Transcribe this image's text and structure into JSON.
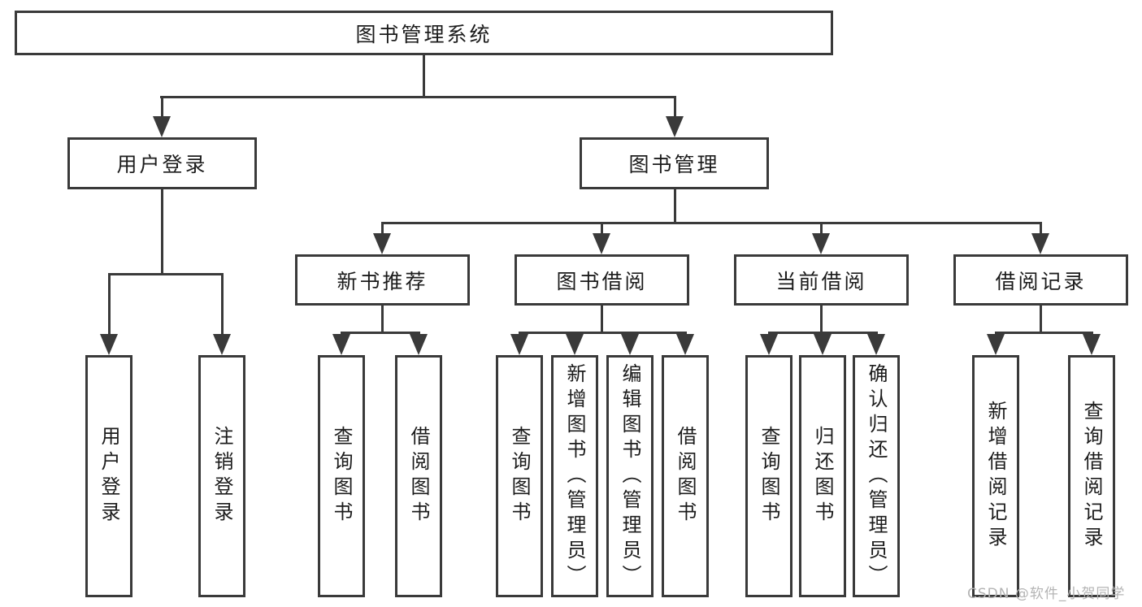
{
  "title": "图书管理系统",
  "watermark": "CSDN @软件_小贺同学",
  "colors": {
    "line": "#3a3a3a",
    "text": "#1c1c1c",
    "box_background": "#ffffff",
    "page_background": "#ffffff",
    "watermark": "#b4b4b4"
  },
  "tree": {
    "root": {
      "label": "图书管理系统"
    },
    "branches": [
      {
        "label": "用户登录",
        "children": [
          {
            "label": "用户登录"
          },
          {
            "label": "注销登录"
          }
        ]
      },
      {
        "label": "图书管理",
        "children": [
          {
            "label": "新书推荐",
            "children": [
              {
                "label": "查询图书"
              },
              {
                "label": "借阅图书"
              }
            ]
          },
          {
            "label": "图书借阅",
            "children": [
              {
                "label": "查询图书"
              },
              {
                "label": "新增图书（管理员）"
              },
              {
                "label": "编辑图书（管理员）"
              },
              {
                "label": "借阅图书"
              }
            ]
          },
          {
            "label": "当前借阅",
            "children": [
              {
                "label": "查询图书"
              },
              {
                "label": "归还图书"
              },
              {
                "label": "确认归还（管理员）"
              }
            ]
          },
          {
            "label": "借阅记录",
            "children": [
              {
                "label": "新增借阅记录"
              },
              {
                "label": "查询借阅记录"
              }
            ]
          }
        ]
      }
    ]
  }
}
